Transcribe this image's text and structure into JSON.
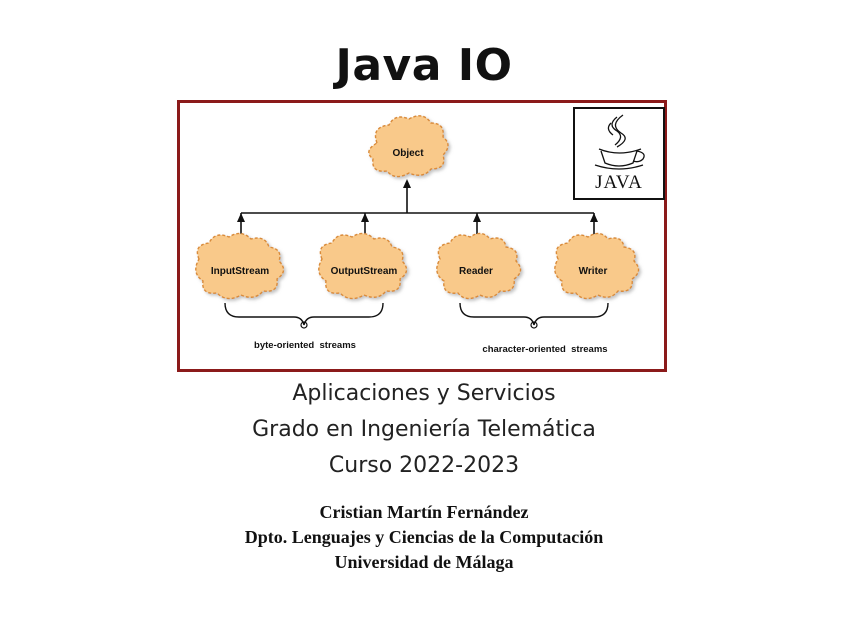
{
  "title": "Java IO",
  "diagram": {
    "root": "Object",
    "children": [
      "InputStream",
      "OutputStream",
      "Reader",
      "Writer"
    ],
    "groups": [
      "byte-oriented  streams",
      "character-oriented  streams"
    ],
    "cloud_color": "#f9c98a",
    "cloud_border": "#d98b3a",
    "frame_color": "#8b1a1a"
  },
  "logo": {
    "text": "JAVA",
    "icon": "java-cup-icon"
  },
  "subtitle": {
    "line1": "Aplicaciones y Servicios",
    "line2": "Grado en Ingeniería Telemática",
    "line3": "Curso 2022-2023"
  },
  "author": {
    "name": "Cristian Martín Fernández",
    "department": "Dpto. Lenguajes y Ciencias de la Computación",
    "university": "Universidad de Málaga"
  }
}
